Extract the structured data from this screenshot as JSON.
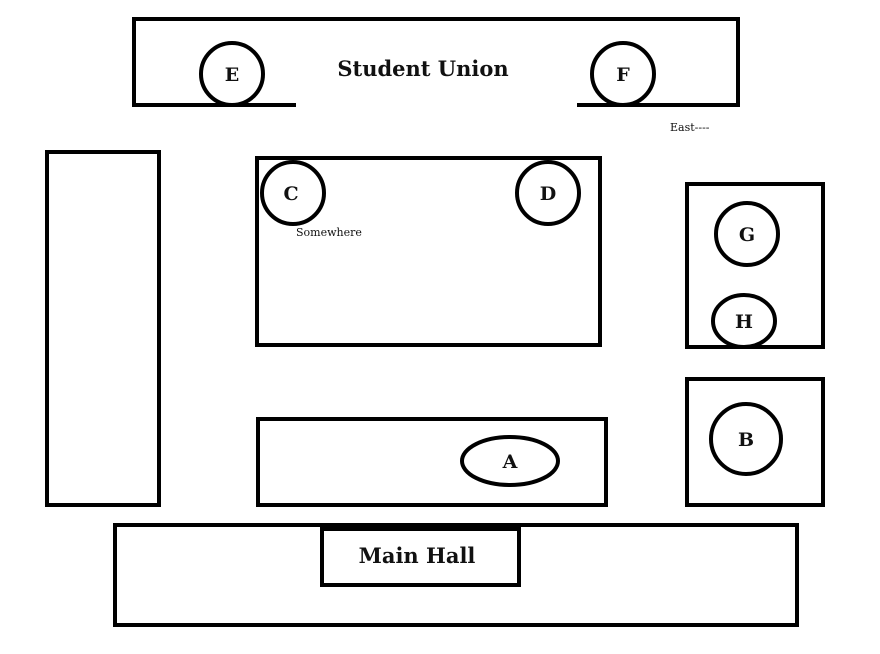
{
  "buildings": {
    "student_union": "Student Union",
    "main_hall": "Main Hall"
  },
  "locations": {
    "A": "A",
    "B": "B",
    "C": "C",
    "D": "D",
    "E": "E",
    "F": "F",
    "G": "G",
    "H": "H"
  },
  "annotations": {
    "east": "East----",
    "somewhere": "Somewhere"
  }
}
